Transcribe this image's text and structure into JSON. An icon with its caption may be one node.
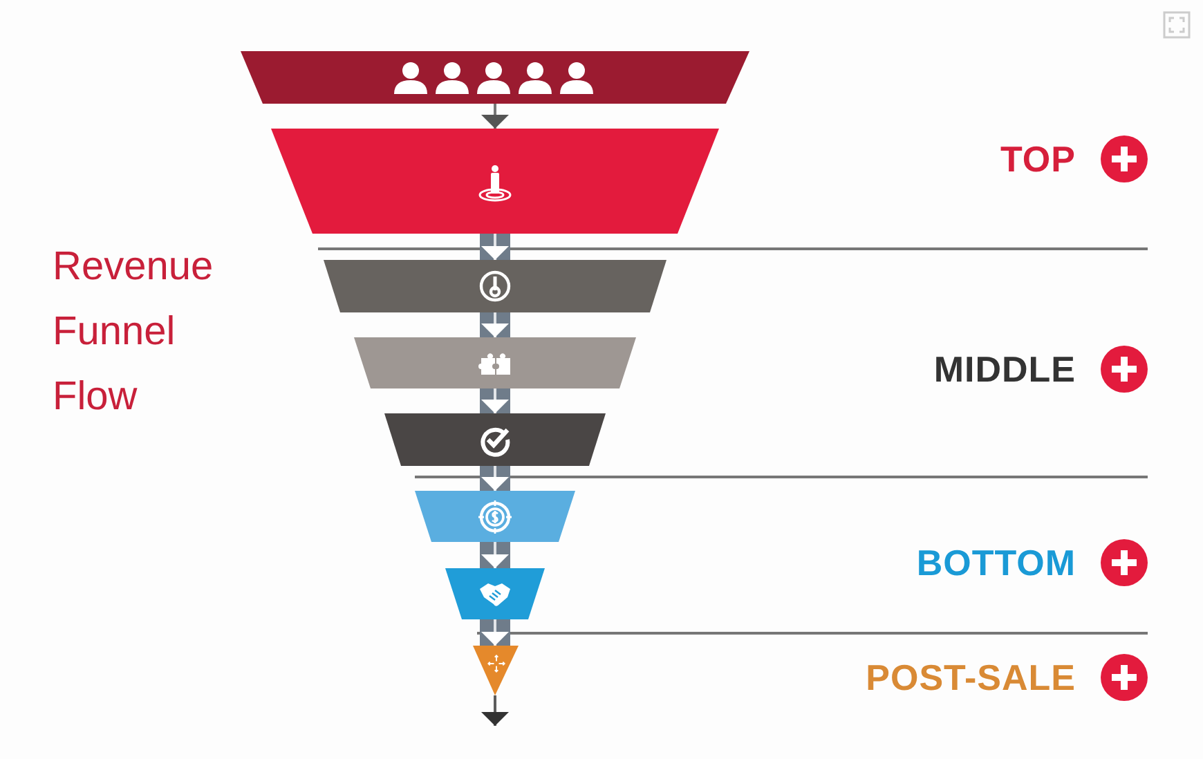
{
  "diagram": {
    "title": "Revenue Funnel Flow",
    "nodes": [
      {
        "text": [],
        "shape": "trapezoid"
      },
      {
        "text": [],
        "shape": "trapezoid"
      },
      {
        "text": [],
        "shape": "trapezoid"
      },
      {
        "text": [],
        "shape": "trapezoid"
      },
      {
        "text": [],
        "shape": "trapezoid"
      },
      {
        "text": [],
        "shape": "trapezoid"
      },
      {
        "text": [],
        "shape": "trapezoid"
      },
      {
        "text": [],
        "shape": "triangle"
      }
    ],
    "edges": [
      {
        "from": 0,
        "to": 1,
        "arrow": "to",
        "color": "#555555"
      },
      {
        "from": 1,
        "to": 2,
        "arrow": "to"
      },
      {
        "from": 2,
        "to": 3,
        "arrow": "to"
      },
      {
        "from": 3,
        "to": 4,
        "arrow": "to"
      },
      {
        "from": 4,
        "to": 5,
        "arrow": "to"
      },
      {
        "from": 5,
        "to": 6,
        "arrow": "to"
      },
      {
        "from": 6,
        "to": 7,
        "arrow": "to"
      },
      {
        "from": 7,
        "to": null,
        "arrow": "to",
        "color": "#333333"
      }
    ],
    "labels": [
      "TOP",
      "MIDDLE",
      "BOTTOM",
      "POST-SALE"
    ]
  }
}
